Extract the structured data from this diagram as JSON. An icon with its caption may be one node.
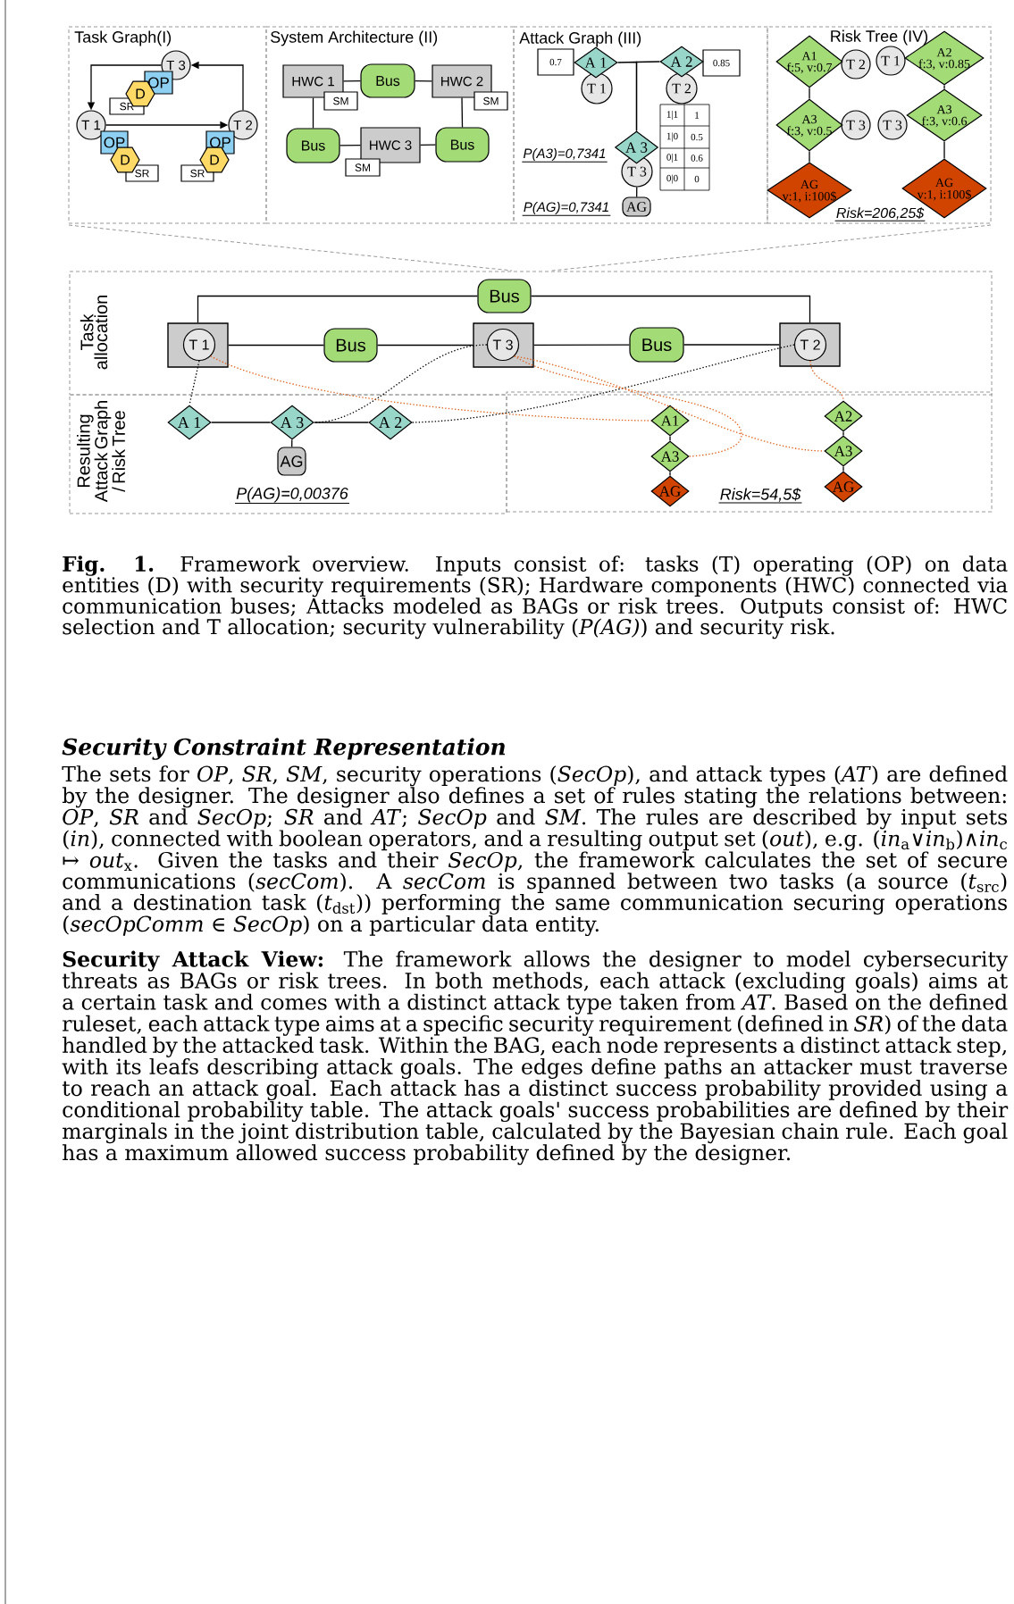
{
  "diagram": {
    "caption": "**Fig. 1.** Framework overview. Inputs consist of: tasks (T) operating (OP) on data entities (D) with security requirements (SR); Hardware components (HWC) connected via communication buses; Attacks modeled as BAGs or risk trees. Outputs consist of: HWC selection and T allocation; security vulnerability (*P(AG)*) and security risk.",
    "nodes": [
      {
        "text": [
          "Task Graph(I)"
        ]
      },
      {
        "text": [
          "T 3"
        ],
        "in": 0
      },
      {
        "text": [
          "OP"
        ],
        "in": 0
      },
      {
        "text": [
          "D"
        ],
        "in": 0
      },
      {
        "text": [
          "SR"
        ],
        "in": 0
      },
      {
        "text": [
          "T 1"
        ],
        "in": 0
      },
      {
        "text": [
          "OP"
        ],
        "in": 0
      },
      {
        "text": [
          "D"
        ],
        "in": 0
      },
      {
        "text": [
          "SR"
        ],
        "in": 0
      },
      {
        "text": [
          "T 2"
        ],
        "in": 0
      },
      {
        "text": [
          "OP"
        ],
        "in": 0
      },
      {
        "text": [
          "D"
        ],
        "in": 0
      },
      {
        "text": [
          "SR"
        ],
        "in": 0
      },
      {
        "text": [
          "System Architecture (II)"
        ]
      },
      {
        "text": [
          "HWC 1"
        ],
        "in": 13
      },
      {
        "text": [
          "SM"
        ],
        "in": 13
      },
      {
        "text": [
          "Bus"
        ],
        "in": 13
      },
      {
        "text": [
          "HWC 2"
        ],
        "in": 13
      },
      {
        "text": [
          "SM"
        ],
        "in": 13
      },
      {
        "text": [
          "Bus"
        ],
        "in": 13
      },
      {
        "text": [
          "HWC 3"
        ],
        "in": 13
      },
      {
        "text": [
          "SM"
        ],
        "in": 13
      },
      {
        "text": [
          "Bus"
        ],
        "in": 13
      },
      {
        "text": [
          "Attack Graph (III)"
        ]
      },
      {
        "text": [
          "0.7"
        ],
        "in": 23
      },
      {
        "text": [
          "A 1"
        ],
        "in": 23
      },
      {
        "text": [
          "T 1"
        ],
        "in": 23
      },
      {
        "text": [
          "A 2"
        ],
        "in": 23
      },
      {
        "text": [
          "0.85"
        ],
        "in": 23
      },
      {
        "text": [
          "T 2"
        ],
        "in": 23
      },
      {
        "text": [
          "A 3"
        ],
        "in": 23
      },
      {
        "text": [
          "T 3"
        ],
        "in": 23
      },
      {
        "text": [
          "AG"
        ],
        "in": 23
      },
      {
        "text": [
          "Risk Tree (IV)"
        ]
      },
      {
        "text": [
          "A1",
          "f:5, v:0.7"
        ],
        "in": 33
      },
      {
        "text": [
          "T 2"
        ],
        "in": 33
      },
      {
        "text": [
          "A3",
          "f:3, v:0.5"
        ],
        "in": 33
      },
      {
        "text": [
          "T 3"
        ],
        "in": 33
      },
      {
        "text": [
          "AG",
          "v:1, i:100$"
        ],
        "in": 33
      },
      {
        "text": [
          "T 1"
        ],
        "in": 33
      },
      {
        "text": [
          "A2",
          "f:3, v:0.85"
        ],
        "in": 33
      },
      {
        "text": [
          "T 3"
        ],
        "in": 33
      },
      {
        "text": [
          "A3",
          "f:3, v:0.6"
        ],
        "in": 33
      },
      {
        "text": [
          "AG",
          "v:1, i:100$"
        ],
        "in": 33
      },
      {
        "text": [
          "Task allocation"
        ]
      },
      {
        "text": [
          "Resulting Attack Graph / Risk Tree"
        ]
      },
      {
        "text": [],
        "shape": "box"
      },
      {
        "text": [],
        "shape": "box",
        "in": 44
      },
      {
        "text": [
          "T 1"
        ],
        "in": 47
      },
      {
        "text": [],
        "shape": "box",
        "in": 44
      },
      {
        "text": [
          "T 3"
        ],
        "in": 49
      },
      {
        "text": [],
        "shape": "box",
        "in": 44
      },
      {
        "text": [
          "T 2"
        ],
        "in": 51
      },
      {
        "text": [
          "Bus"
        ],
        "in": 44
      },
      {
        "text": [
          "Bus"
        ],
        "in": 44
      },
      {
        "text": [
          "Bus"
        ],
        "in": 44
      },
      {
        "text": [
          "A 1"
        ],
        "in": 45
      },
      {
        "text": [
          "A 3"
        ],
        "in": 45
      },
      {
        "text": [
          "A 2"
        ],
        "in": 45
      },
      {
        "text": [
          "AG"
        ],
        "in": 45
      },
      {
        "text": [
          "A1"
        ],
        "in": 46
      },
      {
        "text": [
          "A3"
        ],
        "in": 46
      },
      {
        "text": [
          "AG"
        ],
        "in": 46
      },
      {
        "text": [
          "A2"
        ],
        "in": 46
      },
      {
        "text": [
          "A3"
        ],
        "in": 46
      },
      {
        "text": [
          "AG"
        ],
        "in": 46
      }
    ],
    "edges": [
      {
        "from": 1,
        "to": 5,
        "arrow": "to"
      },
      {
        "from": 5,
        "to": 9,
        "arrow": "to"
      },
      {
        "from": 9,
        "to": 1,
        "arrow": "to"
      },
      {
        "from": 14,
        "to": 16,
        "arrow": "none"
      },
      {
        "from": 16,
        "to": 17,
        "arrow": "none"
      },
      {
        "from": 14,
        "to": 19,
        "arrow": "none"
      },
      {
        "from": 19,
        "to": 20,
        "arrow": "none"
      },
      {
        "from": 20,
        "to": 22,
        "arrow": "none"
      },
      {
        "from": 22,
        "to": 17,
        "arrow": "none"
      },
      {
        "from": 25,
        "to": 30,
        "arrow": "none"
      },
      {
        "from": 27,
        "to": 30,
        "arrow": "none"
      },
      {
        "from": 31,
        "to": 32,
        "arrow": "none"
      },
      {
        "from": 34,
        "to": 36,
        "arrow": "none"
      },
      {
        "from": 36,
        "to": 38,
        "arrow": "none"
      },
      {
        "from": 40,
        "to": 42,
        "arrow": "none"
      },
      {
        "from": 42,
        "to": 43,
        "arrow": "none"
      },
      {
        "from": 47,
        "to": 53,
        "arrow": "none"
      },
      {
        "from": 53,
        "to": 51,
        "arrow": "none"
      },
      {
        "from": 47,
        "to": 54,
        "arrow": "none"
      },
      {
        "from": 54,
        "to": 49,
        "arrow": "none"
      },
      {
        "from": 49,
        "to": 55,
        "arrow": "none"
      },
      {
        "from": 55,
        "to": 51,
        "arrow": "none"
      },
      {
        "from": 56,
        "to": 57,
        "arrow": "none"
      },
      {
        "from": 57,
        "to": 58,
        "arrow": "none"
      },
      {
        "from": 57,
        "to": 59,
        "arrow": "none"
      },
      {
        "from": 60,
        "to": 61,
        "arrow": "none"
      },
      {
        "from": 61,
        "to": 62,
        "arrow": "none"
      },
      {
        "from": 63,
        "to": 64,
        "arrow": "none"
      },
      {
        "from": 64,
        "to": 65,
        "arrow": "none"
      },
      {
        "from": 48,
        "to": 56,
        "arrow": "none",
        "style": "dashed"
      },
      {
        "from": 50,
        "to": 57,
        "arrow": "none",
        "style": "dashed"
      },
      {
        "from": 52,
        "to": 58,
        "arrow": "none",
        "style": "dashed"
      },
      {
        "from": 48,
        "to": 60,
        "arrow": "none",
        "style": "dashed",
        "color": "#e0601a"
      },
      {
        "from": 50,
        "to": 61,
        "arrow": "none",
        "style": "dashed",
        "color": "#e0601a"
      },
      {
        "from": 50,
        "to": 64,
        "arrow": "none",
        "style": "dashed",
        "color": "#e0601a"
      },
      {
        "from": 52,
        "to": 63,
        "arrow": "none",
        "style": "dashed",
        "color": "#e0601a"
      }
    ],
    "labels": [
      "1|1",
      "1",
      "1|0",
      "0.5",
      "0|1",
      "0.6",
      "0|0",
      "0",
      "P(A3)=0,7341",
      "P(AG)=0,7341",
      "Risk=206,25$",
      "P(AG)=0,00376",
      "Risk=54,5$",
      "Security Constraint Representation",
      "The sets for *OP*, *SR*, *SM*, security operations (*SecOp*), and attack types (*AT*) are defined by the designer. The designer also defines a set of rules stating the relations between: *OP*, *SR* and *SecOp*; *SR* and *AT*; *SecOp* and *SM*. The rules are described by input sets (*in*), connected with boolean operators, and a resulting output set (*out*), e.g. (*in*$_{a}$∨*in*$_{b}$)∧*in*$_{c}$ ↦ *out*$_{x}$. Given the tasks and their *SecOp*, the framework calculates the set of secure communications (*secCom*). A *secCom* is spanned between two tasks (a source (*t*$_{src}$) and a destination task (*t*$_{dst}$)) performing the same communication securing operations (*secOpComm* ∈ *SecOp*) on a particular data entity.",
      "**Security Attack View:** The framework allows the designer to model cybersecurity threats as BAGs or risk trees. In both methods, each attack (excluding goals) aims at a certain task and comes with a distinct attack type taken from *AT*. Based on the defined ruleset, each attack type aims at a specific security requirement (defined in *SR*) of the data handled by the attacked task. Within the BAG, each node represents a distinct attack step, with its leafs describing attack goals. The edges define paths an attacker must traverse to reach an attack goal. Each attack has a distinct success probability provided using a conditional probability table. The attack goals' success probabilities are defined by their marginals in the joint distribution table, calculated by the Bayesian chain rule. Each goal has a maximum allowed success probability defined by the designer."
    ]
  }
}
